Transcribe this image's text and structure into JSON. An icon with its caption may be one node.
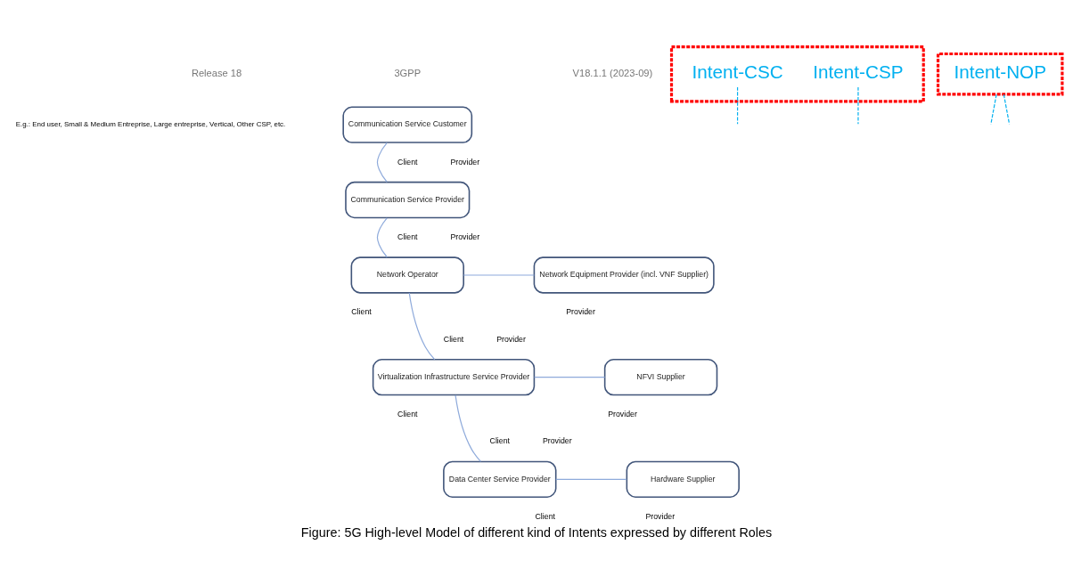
{
  "diagram": {
    "caption": "Figure: 5G High-level Model of different kind of Intents expressed by different Roles",
    "nodes": [
      {
        "text": [
          "Communication Service Customer"
        ]
      },
      {
        "text": [],
        "shape": "box"
      },
      {
        "text": [
          "Intent-CSC"
        ],
        "in": 1
      },
      {
        "text": [
          "Communication Service Provider"
        ]
      },
      {
        "text": [
          "Intent-CSP"
        ],
        "in": 1
      },
      {
        "text": [
          "Intent-NOP"
        ]
      },
      {
        "text": [
          "Network Operator"
        ]
      },
      {
        "text": [
          "Network Equipment Provider (incl. VNF Supplier)"
        ]
      },
      {
        "text": [
          "Virtualization Infrastructure Service Provider"
        ]
      },
      {
        "text": [
          "NFVI Supplier"
        ]
      },
      {
        "text": [
          "Data Center Service Provider"
        ]
      },
      {
        "text": [
          "Hardware Supplier"
        ]
      }
    ],
    "edges": [
      {
        "from": 0,
        "to": 3,
        "arrow": "none"
      },
      {
        "from": 3,
        "to": 6,
        "arrow": "none"
      },
      {
        "from": 6,
        "to": 7,
        "arrow": "none"
      },
      {
        "from": 6,
        "to": 8,
        "arrow": "none"
      },
      {
        "from": 8,
        "to": 9,
        "arrow": "none"
      },
      {
        "from": 8,
        "to": 10,
        "arrow": "none"
      },
      {
        "from": 10,
        "to": 11,
        "arrow": "none"
      },
      {
        "from": 2,
        "to": null,
        "arrow": "none",
        "style": "dashed",
        "color": "#00b0f0"
      },
      {
        "from": 4,
        "to": null,
        "arrow": "none",
        "style": "dashed",
        "color": "#00b0f0"
      },
      {
        "from": 5,
        "to": null,
        "arrow": "none",
        "style": "dashed",
        "color": "#00b0f0"
      },
      {
        "from": 5,
        "to": null,
        "arrow": "none",
        "style": "dashed",
        "color": "#00b0f0"
      }
    ],
    "labels": [
      "Release 18",
      "3GPP",
      "V18.1.1 (2023-09)",
      "E.g.: End user, Small & Medium Entreprise, Large entreprise, Vertical, Other CSP, etc.",
      "Client",
      "Provider",
      "Client",
      "Provider",
      "Client",
      "Provider",
      "Client",
      "Provider",
      "Client",
      "Provider",
      "Client",
      "Provider",
      "Client",
      "Provider"
    ]
  }
}
